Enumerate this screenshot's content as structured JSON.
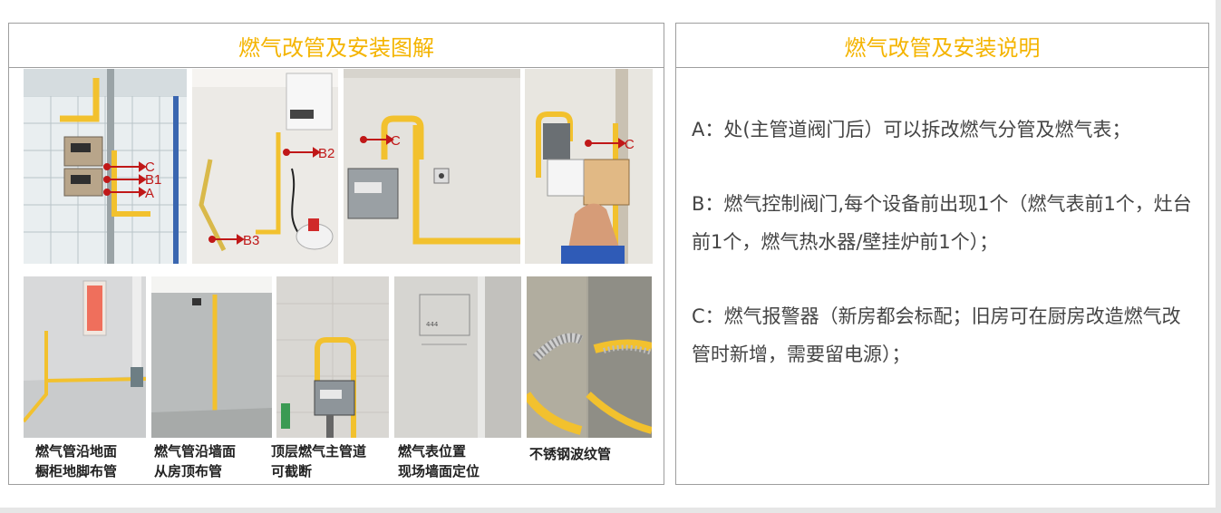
{
  "left_panel": {
    "title": "燃气改管及安装图解"
  },
  "right_panel": {
    "title": "燃气改管及安装说明",
    "items": [
      "A：处(主管道阀门后）可以拆改燃气分管及燃气表；",
      "B：燃气控制阀门,每个设备前出现1个（燃气表前1个，灶台前1个，燃气热水器/壁挂炉前1个）；",
      "C：燃气报警器（新房都会标配；旧房可在厨房改造燃气改管时新增，需要留电源）；"
    ]
  },
  "photo_labels": {
    "p1": [
      "C",
      "B1",
      "A"
    ],
    "p2": [
      "B2",
      "B3"
    ],
    "p3": [
      "C"
    ],
    "p4": [
      "C"
    ]
  },
  "captions": [
    [
      "燃气管沿地面",
      "橱柜地脚布管"
    ],
    [
      "燃气管沿墙面",
      "从房顶布管"
    ],
    [
      "顶层燃气主管道",
      "可截断"
    ],
    [
      "燃气表位置",
      "现场墙面定位"
    ],
    [
      "不锈钢波纹管"
    ]
  ],
  "colors": {
    "title": "#f4b400",
    "pipe": "#f2c12e",
    "arrow": "#c01818",
    "border": "#9e9e9e"
  }
}
